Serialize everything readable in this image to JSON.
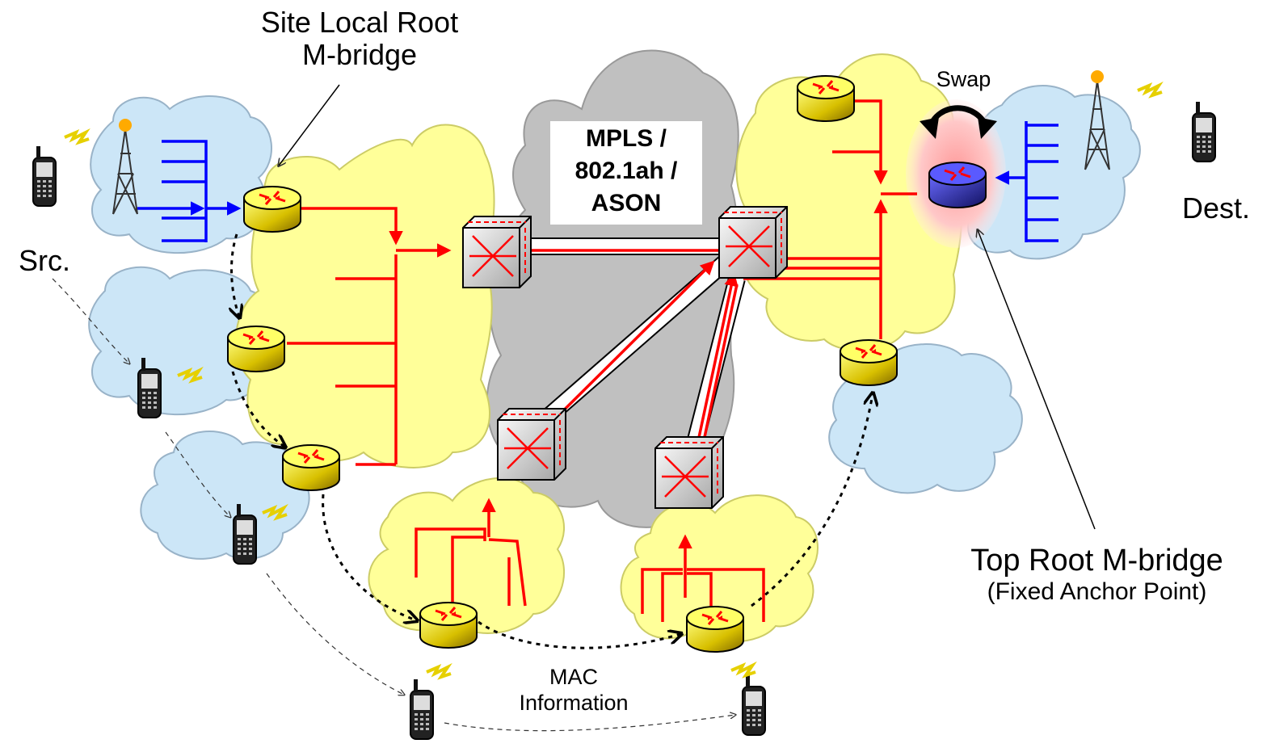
{
  "labels": {
    "site_local_root_line1": "Site Local Root",
    "site_local_root_line2": "M-bridge",
    "mpls_line1": "MPLS /",
    "mpls_line2": "802.1ah /",
    "mpls_line3": "ASON",
    "swap": "Swap",
    "dest": "Dest.",
    "src": "Src.",
    "top_root_line1": "Top Root M-bridge",
    "top_root_line2": "(Fixed Anchor Point)",
    "mac_line1": "MAC",
    "mac_line2": "Information"
  },
  "colors": {
    "core_cloud": "#c0c0c0",
    "access_cloud": "#ffff99",
    "wireless_cloud": "#cce6f7",
    "red_path": "#ff0000",
    "blue_path": "#0000ff",
    "router_gold": "#ffff00",
    "top_root_router": "#2a2aa8",
    "swap_glow": "#ff9999"
  },
  "icons": [
    "router-icon",
    "switch-icon",
    "cell-phone-icon",
    "radio-tower-icon",
    "lightning-icon"
  ]
}
